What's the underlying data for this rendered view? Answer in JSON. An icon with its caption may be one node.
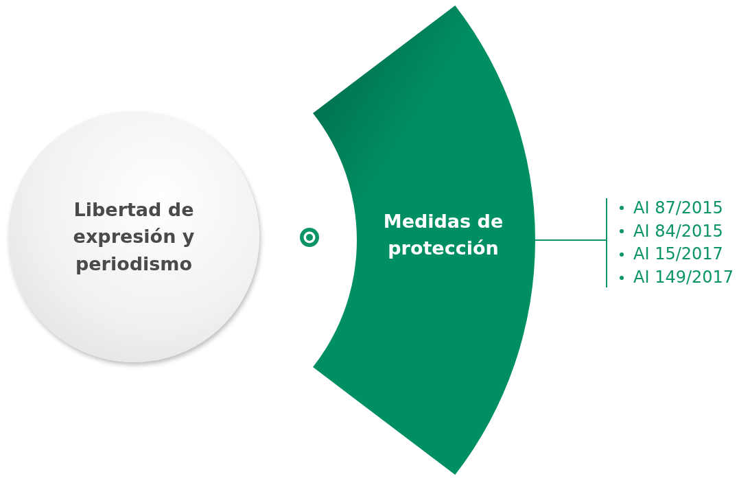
{
  "diagram": {
    "nodes": [
      {
        "text": [
          "Libertad de expresión y periodismo"
        ]
      },
      {
        "text": [
          "Medidas de protección"
        ]
      },
      {
        "text": [
          "AI 87/2015",
          "AI 84/2015",
          "AI 15/2017",
          "AI 149/2017"
        ]
      }
    ],
    "edges": [
      {
        "from": 1,
        "to": 2,
        "arrow": "none"
      }
    ]
  }
}
